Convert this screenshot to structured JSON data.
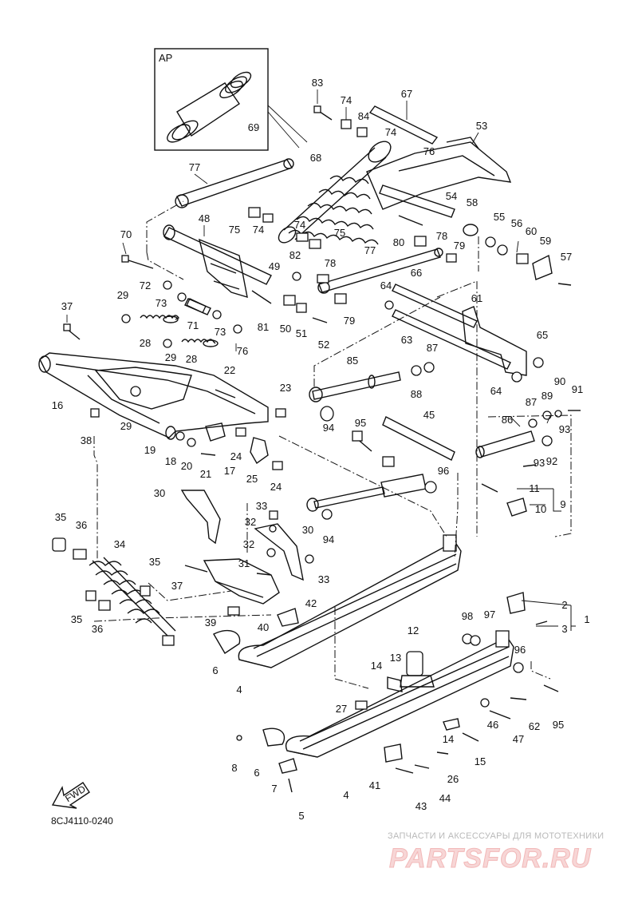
{
  "diagram": {
    "reference_code": "8CJ4110-0240",
    "fwd_label": "FWD",
    "inset_label": "AP",
    "labels": [
      "83",
      "74",
      "84",
      "67",
      "74",
      "76",
      "68",
      "53",
      "77",
      "69",
      "54",
      "58",
      "75",
      "74",
      "48",
      "74",
      "75",
      "55",
      "56",
      "60",
      "59",
      "70",
      "82",
      "78",
      "77",
      "49",
      "80",
      "78",
      "79",
      "57",
      "72",
      "64",
      "66",
      "73",
      "71",
      "73",
      "81",
      "50",
      "51",
      "79",
      "61",
      "37",
      "29",
      "28",
      "76",
      "52",
      "63",
      "65",
      "87",
      "85",
      "88",
      "29",
      "28",
      "22",
      "16",
      "23",
      "90",
      "89",
      "91",
      "87",
      "64",
      "38",
      "29",
      "94",
      "95",
      "45",
      "86",
      "93",
      "19",
      "18",
      "20",
      "21",
      "24",
      "17",
      "93",
      "92",
      "25",
      "24",
      "96",
      "11",
      "30",
      "33",
      "10",
      "9",
      "32",
      "30",
      "94",
      "35",
      "36",
      "34",
      "32",
      "35",
      "31",
      "33",
      "37",
      "42",
      "2",
      "98",
      "97",
      "3",
      "1",
      "35",
      "36",
      "39",
      "40",
      "96",
      "6",
      "12",
      "4",
      "14",
      "13",
      "27",
      "62",
      "95",
      "46",
      "47",
      "14",
      "15",
      "8",
      "6",
      "26",
      "41",
      "44",
      "7",
      "43",
      "4",
      "5"
    ],
    "watermark": {
      "subtitle": "ЗАПЧАСТИ И АКСЕССУАРЫ ДЛЯ МОТОТЕХНИКИ",
      "logo": "PARTSFOR.RU"
    }
  }
}
